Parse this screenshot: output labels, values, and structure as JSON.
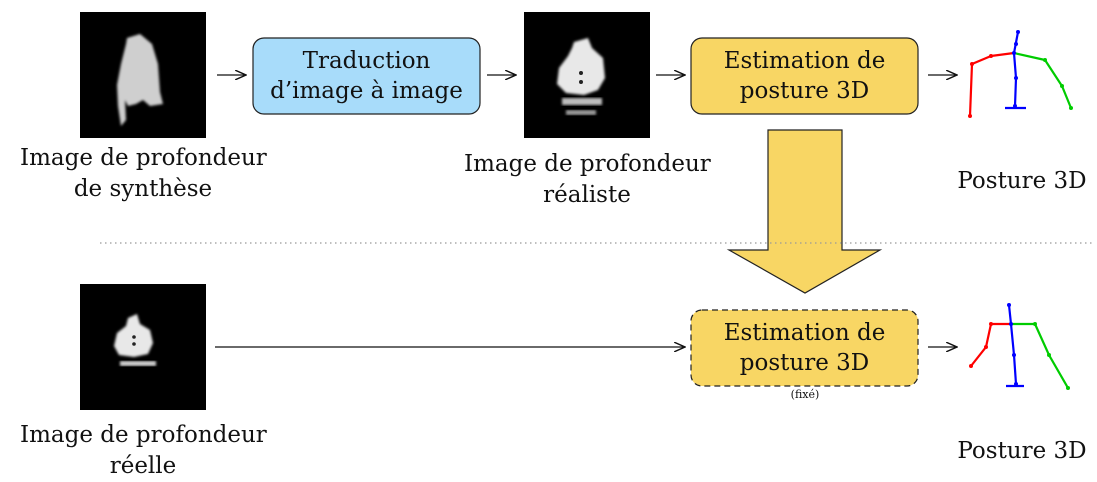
{
  "colors": {
    "translation_fill": "#a8dcfa",
    "estimation_fill": "#f8d664",
    "big_arrow_fill": "#f8d664",
    "arm_right": "#ff0000",
    "arm_left": "#00cc00",
    "spine": "#0000ff"
  },
  "top_row": {
    "synthetic_caption_line1": "Image de profondeur",
    "synthetic_caption_line2": "de synthèse",
    "translation_line1": "Traduction",
    "translation_line2": "d’image à image",
    "realistic_caption_line1": "Image de profondeur",
    "realistic_caption_line2": "réaliste",
    "estimation_line1": "Estimation de",
    "estimation_line2": "posture 3D",
    "pose_caption": "Posture 3D"
  },
  "bottom_row": {
    "real_caption_line1": "Image de profondeur",
    "real_caption_line2": "réelle",
    "estimation_line1": "Estimation de",
    "estimation_line2": "posture 3D",
    "fixed_label": "(fixé)",
    "pose_caption": "Posture 3D"
  },
  "icons": [
    "depth-image-synthetic",
    "depth-image-realistic",
    "depth-image-real",
    "skeleton-3d"
  ]
}
